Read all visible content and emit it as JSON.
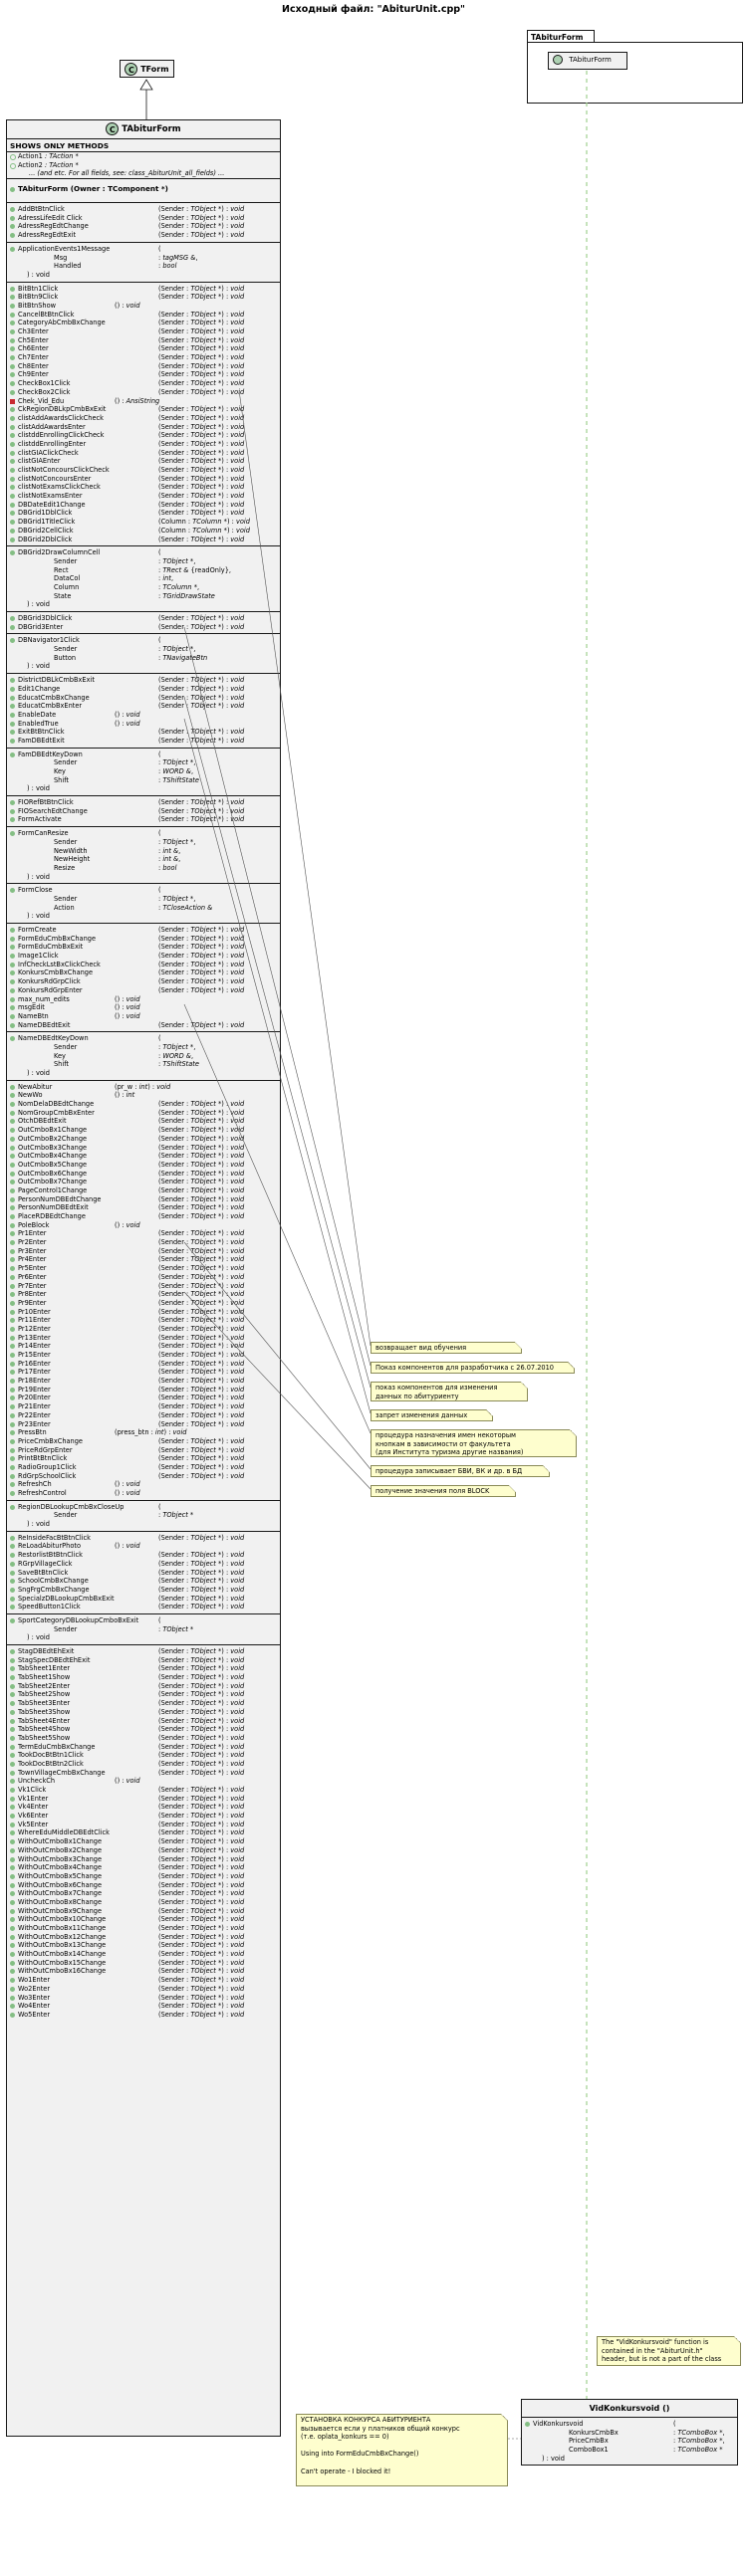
{
  "title": "Исходный файл: \"AbiturUnit.cpp\"",
  "package": {
    "name": "TAbiturForm",
    "class_name": "TAbiturForm"
  },
  "base_class": {
    "name": "TForm",
    "icon": "C"
  },
  "main_class": {
    "name": "TAbiturForm",
    "icon": "C",
    "subtitle": "SHOWS ONLY METHODS",
    "attributes": [
      {
        "n": "Action1",
        "s": ": TAction *"
      },
      {
        "n": "Action2",
        "s": ": TAction *"
      }
    ],
    "attr_note": "... (and etc. For all fields, see: class_AbiturUnit_all_fields) ...",
    "owner_line": "TAbiturForm (Owner : TComponent *)",
    "groups": [
      [
        [
          "AddBtBtnClick",
          "(Sender : TObject *) : void"
        ],
        [
          "AdressLifeEdit Click",
          "(Sender : TObject *) : void"
        ],
        [
          "AdressRegEdtChange",
          "(Sender : TObject *) : void"
        ],
        [
          "AdressRegEdtExit",
          "(Sender : TObject *) : void"
        ]
      ],
      [
        [
          "ApplicationEvents1Message",
          "("
        ],
        [
          "i1:Msg",
          "  : tagMSG &,"
        ],
        [
          "i1:Handled",
          "  : bool"
        ],
        [
          "i2:) : void",
          ""
        ]
      ],
      [
        [
          "BitBtn1Click",
          "(Sender : TObject *) : void"
        ],
        [
          "BitBtn9Click",
          "(Sender : TObject *) : void"
        ],
        [
          "c:BitBtnShow",
          "() : void"
        ],
        [
          "CancelBtBtnClick",
          "(Sender : TObject *) : void"
        ],
        [
          "CategoryAbCmbBxChange",
          "(Sender : TObject *) : void"
        ],
        [
          "Ch3Enter",
          "(Sender : TObject *) : void"
        ],
        [
          "Ch5Enter",
          "(Sender : TObject *) : void"
        ],
        [
          "Ch6Enter",
          "(Sender : TObject *) : void"
        ],
        [
          "Ch7Enter",
          "(Sender : TObject *) : void"
        ],
        [
          "Ch8Enter",
          "(Sender : TObject *) : void"
        ],
        [
          "Ch9Enter",
          "(Sender : TObject *) : void"
        ],
        [
          "CheckBox1Click",
          "(Sender : TObject *) : void"
        ],
        [
          "CheckBox2Click",
          "(Sender : TObject *) : void"
        ],
        [
          "p:Chek_Vid_Edu",
          "() : AnsiString"
        ],
        [
          "CkRegionDBLkpCmbBxExit",
          "(Sender : TObject *) : void"
        ],
        [
          "clistAddAwardsClickCheck",
          "(Sender : TObject *) : void"
        ],
        [
          "clistAddAwardsEnter",
          "(Sender : TObject *) : void"
        ],
        [
          "clistddEnrollingClickCheck",
          "(Sender : TObject *) : void"
        ],
        [
          "clistddEnrollingEnter",
          "(Sender : TObject *) : void"
        ],
        [
          "clistGIAClickCheck",
          "(Sender : TObject *) : void"
        ],
        [
          "clistGIAEnter",
          "(Sender : TObject *) : void"
        ],
        [
          "clistNotConcoursClickCheck",
          "(Sender : TObject *) : void"
        ],
        [
          "clistNotConcoursEnter",
          "(Sender : TObject *) : void"
        ],
        [
          "clistNotExamsClickCheck",
          "(Sender : TObject *) : void"
        ],
        [
          "clistNotExamsEnter",
          "(Sender : TObject *) : void"
        ],
        [
          "DBDateEdit1Change",
          "(Sender : TObject *) : void"
        ],
        [
          "DBGrid1DblClick",
          "(Sender : TObject *) : void"
        ],
        [
          "DBGrid1TitleClick",
          "(Column : TColumn *) : void"
        ],
        [
          "DBGrid2CellClick",
          "(Column : TColumn *) : void"
        ],
        [
          "DBGrid2DblClick",
          "(Sender : TObject *) : void"
        ]
      ],
      [
        [
          "DBGrid2DrawColumnCell",
          "("
        ],
        [
          "i1:Sender",
          "  : TObject *,"
        ],
        [
          "i1:Rect",
          "  : TRect & {readOnly},"
        ],
        [
          "i1:DataCol",
          "  : int,"
        ],
        [
          "i1:Column",
          "  : TColumn *,"
        ],
        [
          "i1:State",
          "  : TGridDrawState"
        ],
        [
          "i2:) : void",
          ""
        ]
      ],
      [
        [
          "DBGrid3DblClick",
          "(Sender : TObject *) : void"
        ],
        [
          "DBGrid3Enter",
          "(Sender : TObject *) : void"
        ]
      ],
      [
        [
          "DBNavigator1Click",
          "("
        ],
        [
          "i1:Sender",
          "  : TObject *,"
        ],
        [
          "i1:Button",
          "  : TNavigateBtn"
        ],
        [
          "i2:) : void",
          ""
        ]
      ],
      [
        [
          "DistrictDBLkCmbBxExit",
          "(Sender : TObject *) : void"
        ],
        [
          "Edit1Change",
          "(Sender : TObject *) : void"
        ],
        [
          "EducatCmbBxChange",
          "(Sender : TObject *) : void"
        ],
        [
          "EducatCmbBxEnter",
          "(Sender : TObject *) : void"
        ],
        [
          "c:EnableDate",
          "() : void"
        ],
        [
          "c:EnabledTrue",
          "() : void"
        ],
        [
          "ExitBtBtnClick",
          "(Sender : TObject *) : void"
        ],
        [
          "FamDBEdtExit",
          "(Sender : TObject *) : void"
        ]
      ],
      [
        [
          "FamDBEdtKeyDown",
          "("
        ],
        [
          "i1:Sender",
          "  : TObject *,"
        ],
        [
          "i1:Key",
          "  : WORD &,"
        ],
        [
          "i1:Shift",
          "  : TShiftState"
        ],
        [
          "i2:) : void",
          ""
        ]
      ],
      [
        [
          "FIORefBtBtnClick",
          "(Sender : TObject *) : void"
        ],
        [
          "FIOSearchEdtChange",
          "(Sender : TObject *) : void"
        ],
        [
          "FormActivate",
          "(Sender : TObject *) : void"
        ]
      ],
      [
        [
          "FormCanResize",
          "("
        ],
        [
          "i1:Sender",
          "  : TObject *,"
        ],
        [
          "i1:NewWidth",
          "  : int &,"
        ],
        [
          "i1:NewHeight",
          "  : int &,"
        ],
        [
          "i1:Resize",
          "  : bool"
        ],
        [
          "i2:) : void",
          ""
        ]
      ],
      [
        [
          "FormClose",
          "("
        ],
        [
          "i1:Sender",
          "  : TObject *,"
        ],
        [
          "i1:Action",
          "  : TCloseAction &"
        ],
        [
          "i2:) : void",
          ""
        ]
      ],
      [
        [
          "FormCreate",
          "(Sender : TObject *) : void"
        ],
        [
          "FormEduCmbBxChange",
          "(Sender : TObject *) : void"
        ],
        [
          "FormEduCmbBxExit",
          "(Sender : TObject *) : void"
        ],
        [
          "Image1Click",
          "(Sender : TObject *) : void"
        ],
        [
          "InfCheckLstBxClickCheck",
          "(Sender : TObject *) : void"
        ],
        [
          "KonkursCmbBxChange",
          "(Sender : TObject *) : void"
        ],
        [
          "KonkursRdGrpClick",
          "(Sender : TObject *) : void"
        ],
        [
          "KonkursRdGrpEnter",
          "(Sender : TObject *) : void"
        ],
        [
          "c:max_num_edits",
          "() : void"
        ],
        [
          "c:msgEdit",
          "() : void"
        ],
        [
          "c:NameBtn",
          "() : void"
        ],
        [
          "NameDBEdtExit",
          "(Sender : TObject *) : void"
        ]
      ],
      [
        [
          "NameDBEdtKeyDown",
          "("
        ],
        [
          "i1:Sender",
          "  : TObject *,"
        ],
        [
          "i1:Key",
          "  : WORD &,"
        ],
        [
          "i1:Shift",
          "  : TShiftState"
        ],
        [
          "i2:) : void",
          ""
        ]
      ],
      [
        [
          "c:NewAbitur",
          "(pr_w : int) : void"
        ],
        [
          "c:NewWo",
          "() : int"
        ],
        [
          "NomDelaDBEdtChange",
          "(Sender : TObject *) : void"
        ],
        [
          "NomGroupCmbBxEnter",
          "(Sender : TObject *) : void"
        ],
        [
          "OtchDBEdtExit",
          "(Sender : TObject *) : void"
        ],
        [
          "OutCmboBx1Change",
          "(Sender : TObject *) : void"
        ],
        [
          "OutCmboBx2Change",
          "(Sender : TObject *) : void"
        ],
        [
          "OutCmboBx3Change",
          "(Sender : TObject *) : void"
        ],
        [
          "OutCmboBx4Change",
          "(Sender : TObject *) : void"
        ],
        [
          "OutCmboBx5Change",
          "(Sender : TObject *) : void"
        ],
        [
          "OutCmboBx6Change",
          "(Sender : TObject *) : void"
        ],
        [
          "OutCmboBx7Change",
          "(Sender : TObject *) : void"
        ],
        [
          "PageControl1Change",
          "(Sender : TObject *) : void"
        ],
        [
          "PersonNumDBEdtChange",
          "(Sender : TObject *) : void"
        ],
        [
          "PersonNumDBEdtExit",
          "(Sender : TObject *) : void"
        ],
        [
          "PlaceRDBEdtChange",
          "(Sender : TObject *) : void"
        ],
        [
          "c:PoleBlock",
          "() : void"
        ],
        [
          "Pr1Enter",
          "(Sender : TObject *) : void"
        ],
        [
          "Pr2Enter",
          "(Sender : TObject *) : void"
        ],
        [
          "Pr3Enter",
          "(Sender : TObject *) : void"
        ],
        [
          "Pr4Enter",
          "(Sender : TObject *) : void"
        ],
        [
          "Pr5Enter",
          "(Sender : TObject *) : void"
        ],
        [
          "Pr6Enter",
          "(Sender : TObject *) : void"
        ],
        [
          "Pr7Enter",
          "(Sender : TObject *) : void"
        ],
        [
          "Pr8Enter",
          "(Sender : TObject *) : void"
        ],
        [
          "Pr9Enter",
          "(Sender : TObject *) : void"
        ],
        [
          "Pr10Enter",
          "(Sender : TObject *) : void"
        ],
        [
          "Pr11Enter",
          "(Sender : TObject *) : void"
        ],
        [
          "Pr12Enter",
          "(Sender : TObject *) : void"
        ],
        [
          "Pr13Enter",
          "(Sender : TObject *) : void"
        ],
        [
          "Pr14Enter",
          "(Sender : TObject *) : void"
        ],
        [
          "Pr15Enter",
          "(Sender : TObject *) : void"
        ],
        [
          "Pr16Enter",
          "(Sender : TObject *) : void"
        ],
        [
          "Pr17Enter",
          "(Sender : TObject *) : void"
        ],
        [
          "Pr18Enter",
          "(Sender : TObject *) : void"
        ],
        [
          "Pr19Enter",
          "(Sender : TObject *) : void"
        ],
        [
          "Pr20Enter",
          "(Sender : TObject *) : void"
        ],
        [
          "Pr21Enter",
          "(Sender : TObject *) : void"
        ],
        [
          "Pr22Enter",
          "(Sender : TObject *) : void"
        ],
        [
          "Pr23Enter",
          "(Sender : TObject *) : void"
        ],
        [
          "c:PressBtn",
          "(press_btn : int) : void"
        ],
        [
          "PriceCmbBxChange",
          "(Sender : TObject *) : void"
        ],
        [
          "PriceRdGrpEnter",
          "(Sender : TObject *) : void"
        ],
        [
          "PrintBtBtnClick",
          "(Sender : TObject *) : void"
        ],
        [
          "RadioGroup1Click",
          "(Sender : TObject *) : void"
        ],
        [
          "RdGrpSchoolClick",
          "(Sender : TObject *) : void"
        ],
        [
          "c:RefreshCh",
          "() : void"
        ],
        [
          "c:RefreshControl",
          "() : void"
        ]
      ],
      [
        [
          "RegionDBLookupCmbBxCloseUp",
          "("
        ],
        [
          "i1:Sender",
          "  : TObject *"
        ],
        [
          "i2:) : void",
          ""
        ]
      ],
      [
        [
          "ReInsideFacBtBtnClick",
          "(Sender : TObject *) : void"
        ],
        [
          "c:ReLoadAbiturPhoto",
          "() : void"
        ],
        [
          "RestorlistBtBtnClick",
          "(Sender : TObject *) : void"
        ],
        [
          "RGrpVillageClick",
          "(Sender : TObject *) : void"
        ],
        [
          "SaveBtBtnClick",
          "(Sender : TObject *) : void"
        ],
        [
          "SchoolCmbBxChange",
          "(Sender : TObject *) : void"
        ],
        [
          "SngFrgCmbBxChange",
          "(Sender : TObject *) : void"
        ],
        [
          "SpecialzDBLookupCmbBxExit",
          "(Sender : TObject *) : void"
        ],
        [
          "SpeedButton1Click",
          "(Sender : TObject *) : void"
        ]
      ],
      [
        [
          "SportCategoryDBLookupCmboBxExit",
          "("
        ],
        [
          "i1:Sender",
          "  : TObject *"
        ],
        [
          "i2:) : void",
          ""
        ]
      ],
      [
        [
          "StagDBEdtEhExit",
          "(Sender : TObject *) : void"
        ],
        [
          "StagSpecDBEdtEhExit",
          "(Sender : TObject *) : void"
        ],
        [
          "TabSheet1Enter",
          "(Sender : TObject *) : void"
        ],
        [
          "TabSheet1Show",
          "(Sender : TObject *) : void"
        ],
        [
          "TabSheet2Enter",
          "(Sender : TObject *) : void"
        ],
        [
          "TabSheet2Show",
          "(Sender : TObject *) : void"
        ],
        [
          "TabSheet3Enter",
          "(Sender : TObject *) : void"
        ],
        [
          "TabSheet3Show",
          "(Sender : TObject *) : void"
        ],
        [
          "TabSheet4Enter",
          "(Sender : TObject *) : void"
        ],
        [
          "TabSheet4Show",
          "(Sender : TObject *) : void"
        ],
        [
          "TabSheet5Show",
          "(Sender : TObject *) : void"
        ],
        [
          "TermEduCmbBxChange",
          "(Sender : TObject *) : void"
        ],
        [
          "TookDocBtBtn1Click",
          "(Sender : TObject *) : void"
        ],
        [
          "TookDocBtBtn2Click",
          "(Sender : TObject *) : void"
        ],
        [
          "TownVillageCmbBxChange",
          "(Sender : TObject *) : void"
        ],
        [
          "c:UncheckCh",
          "() : void"
        ],
        [
          "Vk1Click",
          "(Sender : TObject *) : void"
        ],
        [
          "Vk1Enter",
          "(Sender : TObject *) : void"
        ],
        [
          "Vk4Enter",
          "(Sender : TObject *) : void"
        ],
        [
          "Vk6Enter",
          "(Sender : TObject *) : void"
        ],
        [
          "Vk5Enter",
          "(Sender : TObject *) : void"
        ],
        [
          "WhereEduMiddleDBEdtClick",
          "(Sender : TObject *) : void"
        ],
        [
          "WithOutCmboBx1Change",
          "(Sender : TObject *) : void"
        ],
        [
          "WithOutCmboBx2Change",
          "(Sender : TObject *) : void"
        ],
        [
          "WithOutCmboBx3Change",
          "(Sender : TObject *) : void"
        ],
        [
          "WithOutCmboBx4Change",
          "(Sender : TObject *) : void"
        ],
        [
          "WithOutCmboBx5Change",
          "(Sender : TObject *) : void"
        ],
        [
          "WithOutCmboBx6Change",
          "(Sender : TObject *) : void"
        ],
        [
          "WithOutCmboBx7Change",
          "(Sender : TObject *) : void"
        ],
        [
          "WithOutCmboBx8Change",
          "(Sender : TObject *) : void"
        ],
        [
          "WithOutCmboBx9Change",
          "(Sender : TObject *) : void"
        ],
        [
          "WithOutCmboBx10Change",
          "(Sender : TObject *) : void"
        ],
        [
          "WithOutCmboBx11Change",
          "(Sender : TObject *) : void"
        ],
        [
          "WithOutCmboBx12Change",
          "(Sender : TObject *) : void"
        ],
        [
          "WithOutCmboBx13Change",
          "(Sender : TObject *) : void"
        ],
        [
          "WithOutCmboBx14Change",
          "(Sender : TObject *) : void"
        ],
        [
          "WithOutCmboBx15Change",
          "(Sender : TObject *) : void"
        ],
        [
          "WithOutCmboBx16Change",
          "(Sender : TObject *) : void"
        ],
        [
          "Wo1Enter",
          "(Sender : TObject *) : void"
        ],
        [
          "Wo2Enter",
          "(Sender : TObject *) : void"
        ],
        [
          "Wo3Enter",
          "(Sender : TObject *) : void"
        ],
        [
          "Wo4Enter",
          "(Sender : TObject *) : void"
        ],
        [
          "Wo5Enter",
          "(Sender : TObject *) : void"
        ]
      ]
    ]
  },
  "notes": [
    {
      "id": "vid",
      "lines": [
        "возвращает вид обучения"
      ]
    },
    {
      "id": "pokaz",
      "lines": [
        "Показ компонентов для разработчика с 26.07.2010"
      ]
    },
    {
      "id": "pokaz2",
      "lines": [
        "показ компонентов для изменения",
        "данных по абитуриенту"
      ]
    },
    {
      "id": "zapret",
      "lines": [
        "запрет изменения данных"
      ]
    },
    {
      "id": "proc",
      "lines": [
        "процедура назначения имен некоторым",
        "кнопкам в зависимости от факультета",
        "(для Института туризма другие названия)"
      ]
    },
    {
      "id": "bvi",
      "lines": [
        "процедура записывает БВИ, ВК и др. в БД"
      ]
    },
    {
      "id": "block",
      "lines": [
        "получение значения поля BLOCK"
      ]
    },
    {
      "id": "vidk",
      "lines": [
        "The \"VidKonkursvoid\" function is",
        "contained in the \"AbiturUnit.h\"",
        "header, but is not a part of the class"
      ]
    },
    {
      "id": "ustan",
      "lines": [
        "УСТАНОВКА КОНКУРСА АБИТУРИЕНТА",
        "вызывается если у платников общий конкурс",
        "(т.е. oplata_konkurs == 0)",
        "",
        "Using into FormEduCmbBxChange()",
        "",
        "Can't operate - I blocked it!"
      ]
    }
  ],
  "function_box": {
    "title": "VidKonkursvoid ()",
    "rows": [
      [
        "VidKonkursvoid",
        "("
      ],
      [
        "i1:KonkursCmbBx",
        "  : TComboBox *,"
      ],
      [
        "i1:PriceCmbBx",
        "  : TComboBox *,"
      ],
      [
        "i1:ComboBox1",
        "  : TComboBox *"
      ],
      [
        "i2:) : void",
        ""
      ]
    ]
  }
}
